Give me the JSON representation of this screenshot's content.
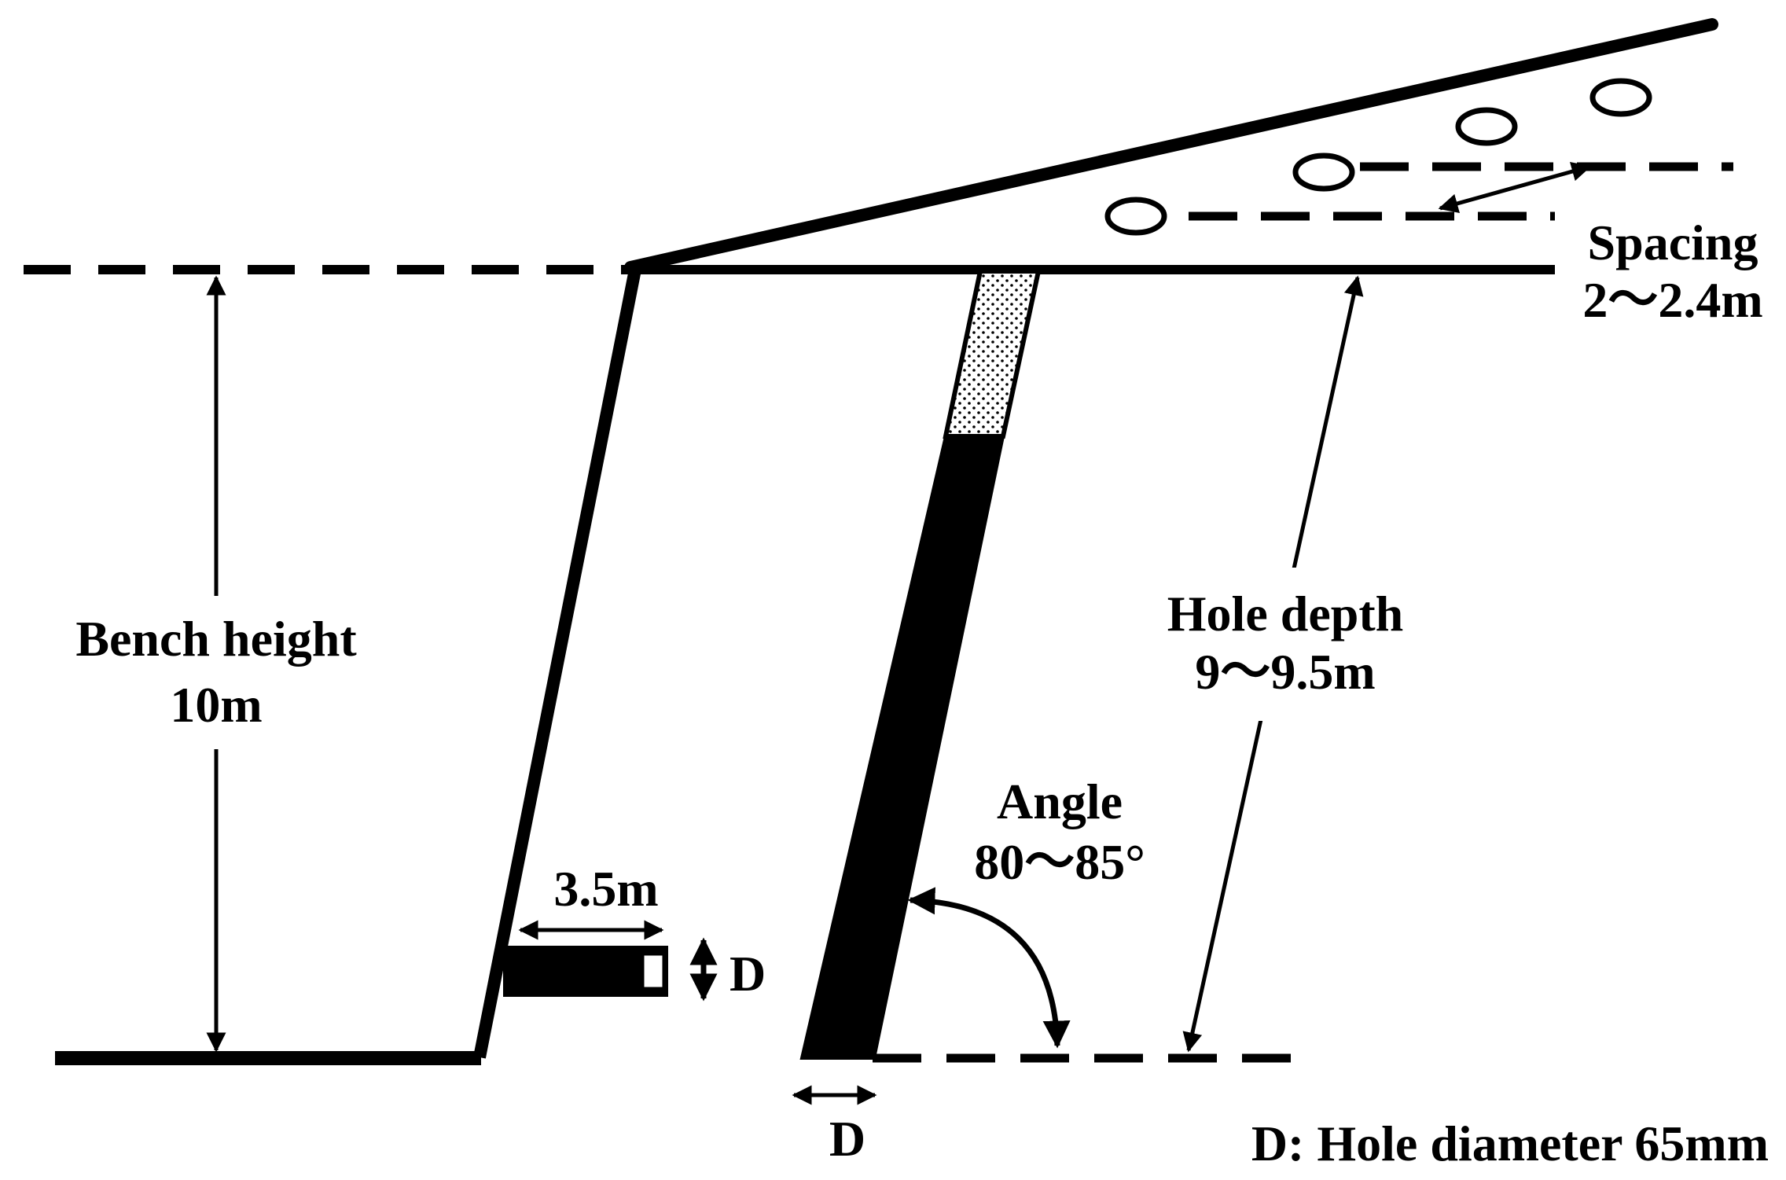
{
  "labels": {
    "bench_height_title": "Bench height",
    "bench_height_value": "10m",
    "hole_depth_title": "Hole depth",
    "hole_depth_value": "9～9.5m",
    "spacing_title": "Spacing",
    "spacing_value": "2～2.4m",
    "angle_title": "Angle",
    "angle_value": "80～85°",
    "side_hole_length": "3.5m",
    "side_hole_diameter": "D",
    "main_hole_diameter": "D",
    "legend": "D: Hole diameter 65mm"
  },
  "colors": {
    "ink": "#000000",
    "background": "#ffffff",
    "stemming_dots": "#000000"
  }
}
